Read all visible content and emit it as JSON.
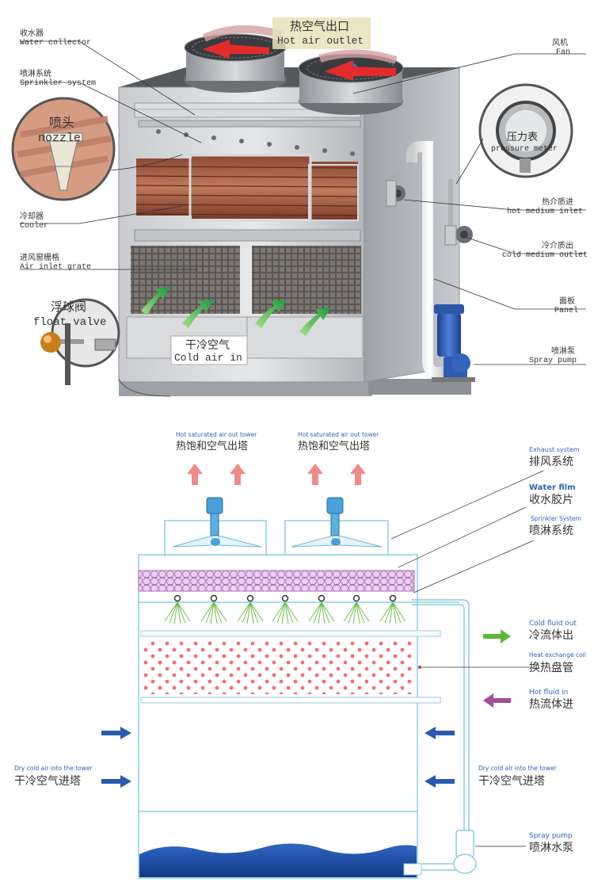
{
  "top_section": {
    "hot_air_outlet": {
      "cn": "热空气出口",
      "en": "Hot air outlet"
    },
    "water_collector": {
      "cn": "收水器",
      "en": "Water collector"
    },
    "sprinkler_system": {
      "cn": "喷淋系统",
      "en": "Sprinkler system"
    },
    "nozzle": {
      "cn": "喷头",
      "en": "nozzle"
    },
    "cooler": {
      "cn": "冷却器",
      "en": "Cooler"
    },
    "air_inlet_grate": {
      "cn": "进风窗栅格",
      "en": "Air inlet grate"
    },
    "float_valve": {
      "cn": "浮球阀",
      "en": "float valve"
    },
    "cold_air_in": {
      "cn": "干冷空气",
      "en": "Cold air in"
    },
    "fan": {
      "cn": "风机",
      "en": "Fan"
    },
    "pressure_meter": {
      "cn": "压力表",
      "en": "pressure meter"
    },
    "hot_medium_inlet": {
      "cn": "热介质进",
      "en": "hot medium inlet"
    },
    "cold_medium_outlet": {
      "cn": "冷介质出",
      "en": "cold medium outlet"
    },
    "panel": {
      "cn": "面板",
      "en": "Panel"
    },
    "spray_pump": {
      "cn": "喷淋泵",
      "en": "Spray pump"
    }
  },
  "bottom_section": {
    "hot_saturated_left": {
      "en": "Hot saturated air out tower",
      "cn": "热饱和空气出塔"
    },
    "hot_saturated_right": {
      "en": "Hot saturated air out tower",
      "cn": "热饱和空气出塔"
    },
    "exhaust_system": {
      "en": "Exhaust system",
      "cn": "排风系统"
    },
    "water_film": {
      "en": "Water film",
      "cn": "收水胶片"
    },
    "sprinkler_system": {
      "en": "Sprinkler System",
      "cn": "喷淋系统"
    },
    "cold_fluid_out": {
      "en": "Cold fluid out",
      "cn": "冷流体出"
    },
    "heat_exchange_coil": {
      "en": "Heat exchange coil",
      "cn": "换热盘管"
    },
    "hot_fluid_in": {
      "en": "Hot fluid in",
      "cn": "热流体进"
    },
    "dry_cold_left": {
      "en": "Dry cold air into the tower",
      "cn": "干冷空气进塔"
    },
    "dry_cold_right": {
      "en": "Dry cold air into the tower",
      "cn": "干冷空气进塔"
    },
    "spray_pump": {
      "en": "Spray pump",
      "cn": "喷淋水泵"
    }
  },
  "colors": {
    "hot_arrow": "#f08a86",
    "cold_arrow": "#2a5ab0",
    "cold_fluid_arrow": "#5cb83a",
    "hot_fluid_arrow": "#a0509a",
    "outline": "#8ccde0",
    "water": "#1c4a9c",
    "coil_dots": "#f07070",
    "fill_hex": "#b070c0",
    "label_blue": "#2a64c0"
  }
}
